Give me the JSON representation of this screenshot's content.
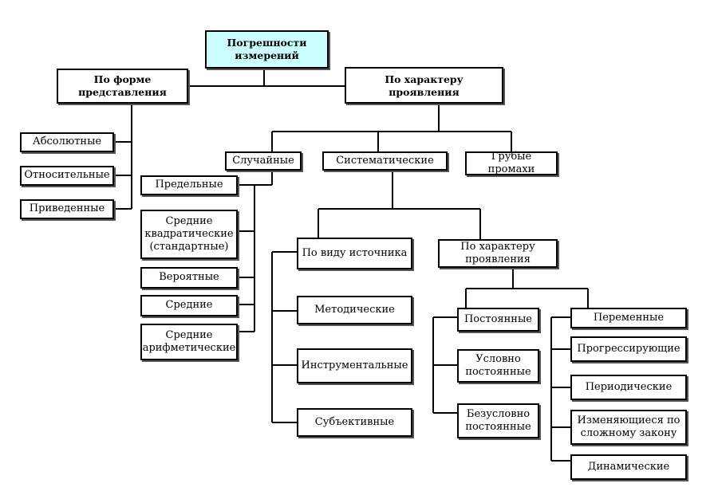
{
  "colors": {
    "root_fill": "#ccffff",
    "line": "#000000",
    "box_fill": "#ffffff"
  },
  "nodes": {
    "root": "Погрешности\nизмерений",
    "form": "По форме\nпредставления",
    "character": "По характеру проявления",
    "absolute": "Абсолютные",
    "relative": "Относительные",
    "reduced": "Приведенные",
    "random": "Случайные",
    "systematic": "Систематические",
    "gross": "Грубые промахи",
    "limit": "Предельные",
    "rms": "Средние\nквадратические\n(стандартные)",
    "probable": "Вероятные",
    "mean": "Средние",
    "arith_mean": "Средние\nарифметические",
    "by_source": "По виду источника",
    "methodical": "Методические",
    "instrumental": "Инструментальные",
    "subjective": "Субъективные",
    "by_character2": "По характеру\nпроявления",
    "constant": "Постоянные",
    "cond_constant": "Условно\nпостоянные",
    "uncond_constant": "Безусловно\nпостоянные",
    "variable": "Переменные",
    "progressive": "Прогрессирующие",
    "periodic": "Периодические",
    "complex_law": "Изменяющиеся по\nсложному закону",
    "dynamic": "Динамические"
  }
}
